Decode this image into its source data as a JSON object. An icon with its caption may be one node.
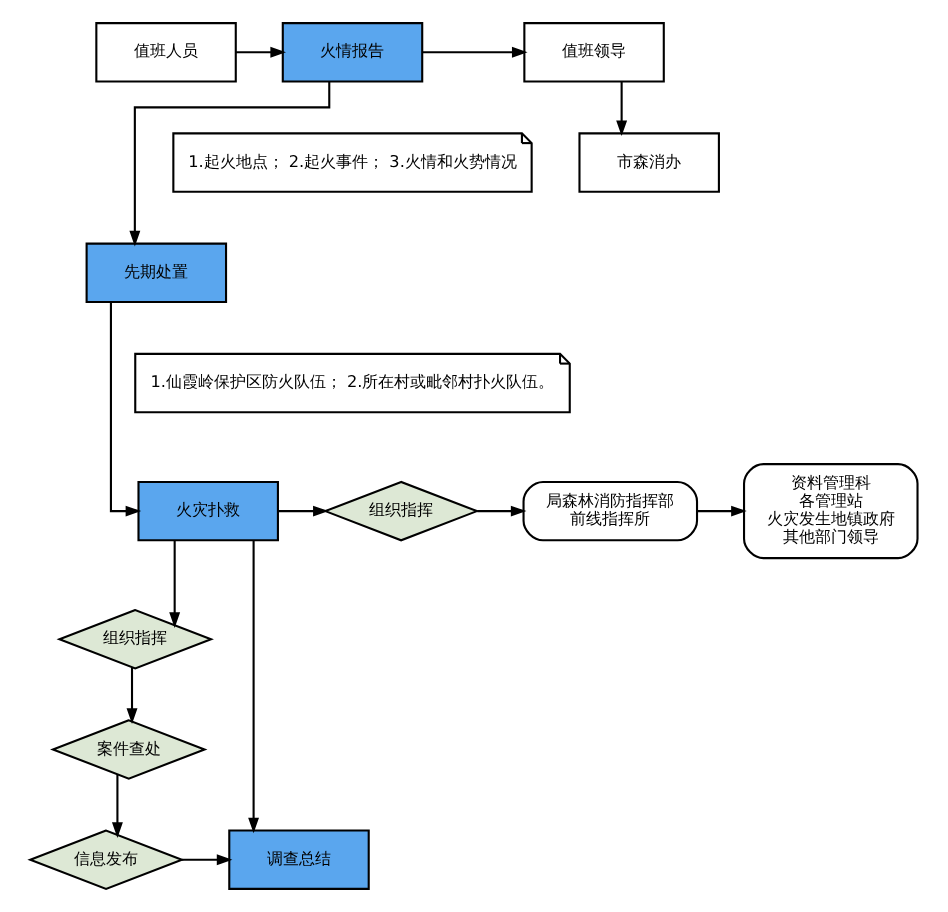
{
  "diagram": {
    "nodes": [
      {
        "text": [
          "值班人员"
        ]
      },
      {
        "text": [
          "火情报告"
        ]
      },
      {
        "text": [
          "值班领导"
        ]
      },
      {
        "text": [
          "市森消办"
        ]
      },
      {
        "text": [
          "1.起火地点； 2.起火事件； 3.火情和火势情况"
        ]
      },
      {
        "text": [
          "先期处置"
        ]
      },
      {
        "text": [
          "1.仙霞岭保护区防火队伍； 2.所在村或毗邻村扑火队伍。"
        ]
      },
      {
        "text": [
          "火灾扑救"
        ]
      },
      {
        "text": [
          "组织指挥"
        ]
      },
      {
        "text": [
          "局森林消防指挥部",
          "前线指挥所"
        ]
      },
      {
        "text": [
          "资料管理科",
          "各管理站",
          "火灾发生地镇政府",
          "其他部门领导"
        ]
      },
      {
        "text": [
          "组织指挥"
        ]
      },
      {
        "text": [
          "案件查处"
        ]
      },
      {
        "text": [
          "信息发布"
        ]
      },
      {
        "text": [
          "调查总结"
        ]
      }
    ],
    "edges": [
      {
        "from": 0,
        "to": 1,
        "arrow": "to"
      },
      {
        "from": 1,
        "to": 2,
        "arrow": "to"
      },
      {
        "from": 2,
        "to": 3,
        "arrow": "to"
      },
      {
        "from": 1,
        "to": 5,
        "arrow": "to"
      },
      {
        "from": 5,
        "to": 7,
        "arrow": "to"
      },
      {
        "from": 7,
        "to": 8,
        "arrow": "to"
      },
      {
        "from": 8,
        "to": 9,
        "arrow": "to"
      },
      {
        "from": 9,
        "to": 10,
        "arrow": "to"
      },
      {
        "from": 7,
        "to": 11,
        "arrow": "to"
      },
      {
        "from": 11,
        "to": 12,
        "arrow": "to"
      },
      {
        "from": 12,
        "to": 13,
        "arrow": "to"
      },
      {
        "from": 13,
        "to": 14,
        "arrow": "to"
      },
      {
        "from": 7,
        "to": 14,
        "arrow": "to"
      }
    ]
  }
}
